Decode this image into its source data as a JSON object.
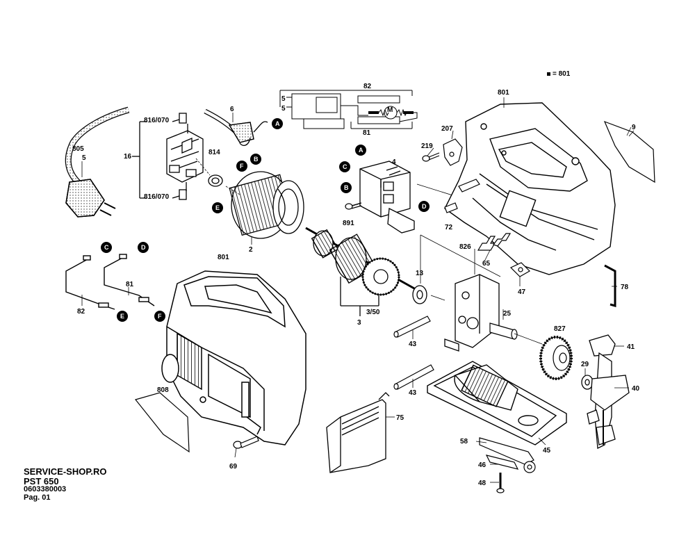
{
  "legend": {
    "text": "= 801"
  },
  "footer": {
    "line1": "SERVICE-SHOP.RO",
    "line2": "PST 650",
    "line3": "0603380003",
    "line4": "Pag. 01"
  },
  "labels": {
    "l805": "805",
    "l5a": "5",
    "l16": "16",
    "l816a": "816/070",
    "l816b": "816/070",
    "l6": "6",
    "l814": "814",
    "l2": "2",
    "l82top": "82",
    "l5b": "5",
    "l5c": "5",
    "l81top": "81",
    "l4": "4",
    "l891": "891",
    "l801top": "801",
    "l9": "9",
    "l207": "207",
    "l219": "219",
    "l72": "72",
    "l826": "826",
    "l65": "65",
    "l47": "47",
    "l78": "78",
    "l13": "13",
    "l3_50": "3/50",
    "l3": "3",
    "l25": "25",
    "l43a": "43",
    "l43b": "43",
    "l827": "827",
    "l41": "41",
    "l29": "29",
    "l40": "40",
    "l801mid": "801",
    "l81": "81",
    "l82": "82",
    "l808": "808",
    "l69": "69",
    "l75": "75",
    "l58": "58",
    "l46": "46",
    "l48": "48",
    "l45": "45"
  },
  "connectors": {
    "A1": "A",
    "A2": "A",
    "B1": "B",
    "B2": "B",
    "C1": "C",
    "C2": "C",
    "D1": "D",
    "D2": "D",
    "E1": "E",
    "E2": "E",
    "F1": "F",
    "F2": "F"
  }
}
